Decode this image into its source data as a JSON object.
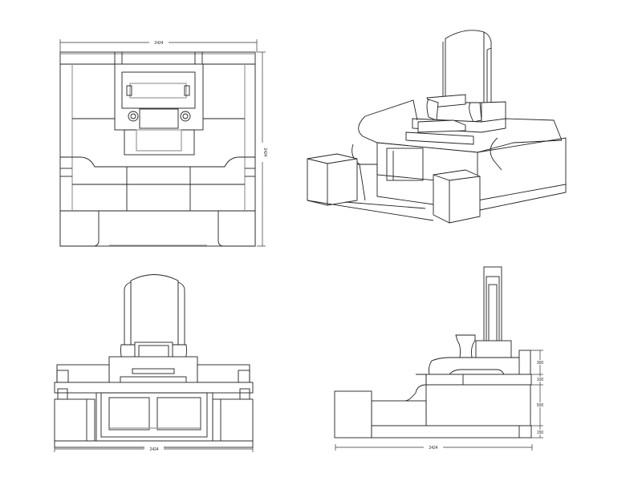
{
  "plan_view": {
    "width_label": "2424",
    "depth_label": "2424"
  },
  "front_elevation": {
    "width_label": "2424"
  },
  "side_elevation": {
    "width_label": "2424",
    "height_labels": [
      "300",
      "100",
      "500",
      "150"
    ]
  },
  "colors": {
    "line": "#222222",
    "background": "#ffffff"
  }
}
